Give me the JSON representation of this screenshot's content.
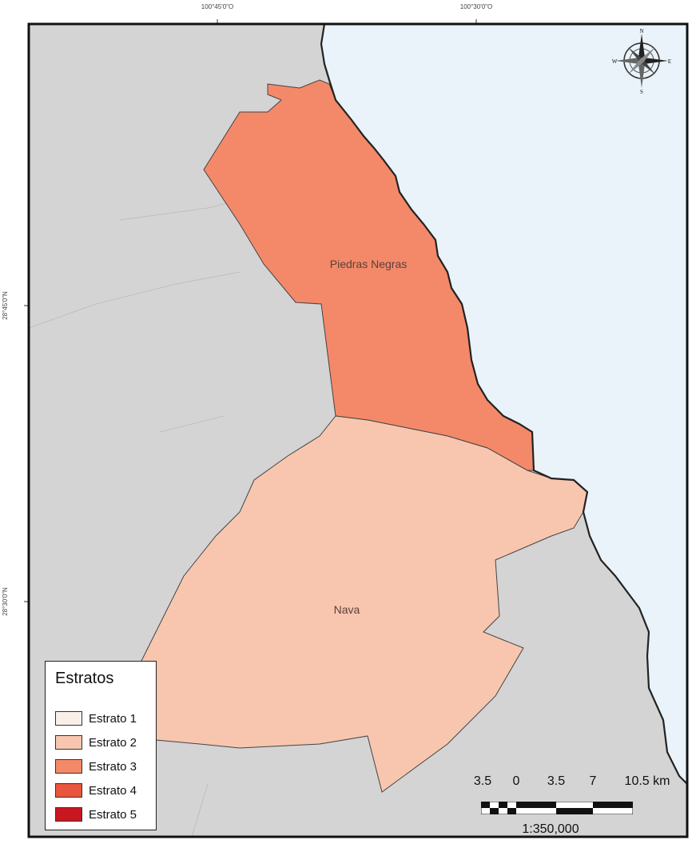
{
  "graticule": {
    "top_labels": [
      "100°45'0\"O",
      "100°30'0\"O"
    ],
    "left_labels": [
      "28°45'0\"N",
      "28°30'0\"N"
    ]
  },
  "municipalities": [
    {
      "name": "Piedras Negras",
      "stratum": "Estrato 3"
    },
    {
      "name": "Nava",
      "stratum": "Estrato 2"
    }
  ],
  "legend": {
    "title": "Estratos",
    "items": [
      {
        "label": "Estrato 1",
        "color": "#faf0ea"
      },
      {
        "label": "Estrato 2",
        "color": "#f8c6af"
      },
      {
        "label": "Estrato 3",
        "color": "#f4896a"
      },
      {
        "label": "Estrato 4",
        "color": "#e9553d"
      },
      {
        "label": "Estrato 5",
        "color": "#c8171f"
      }
    ]
  },
  "scale_bar": {
    "labels": [
      "3.5",
      "0",
      "3.5",
      "7",
      "10.5 km"
    ],
    "ratio": "1:350,000"
  },
  "compass": {
    "n": "N",
    "s": "S",
    "e": "E",
    "w": "W"
  },
  "colors": {
    "land_outside": "#d4d4d4",
    "water_us": "#e9f3f9",
    "border": "#222222",
    "frame": "#111111"
  }
}
